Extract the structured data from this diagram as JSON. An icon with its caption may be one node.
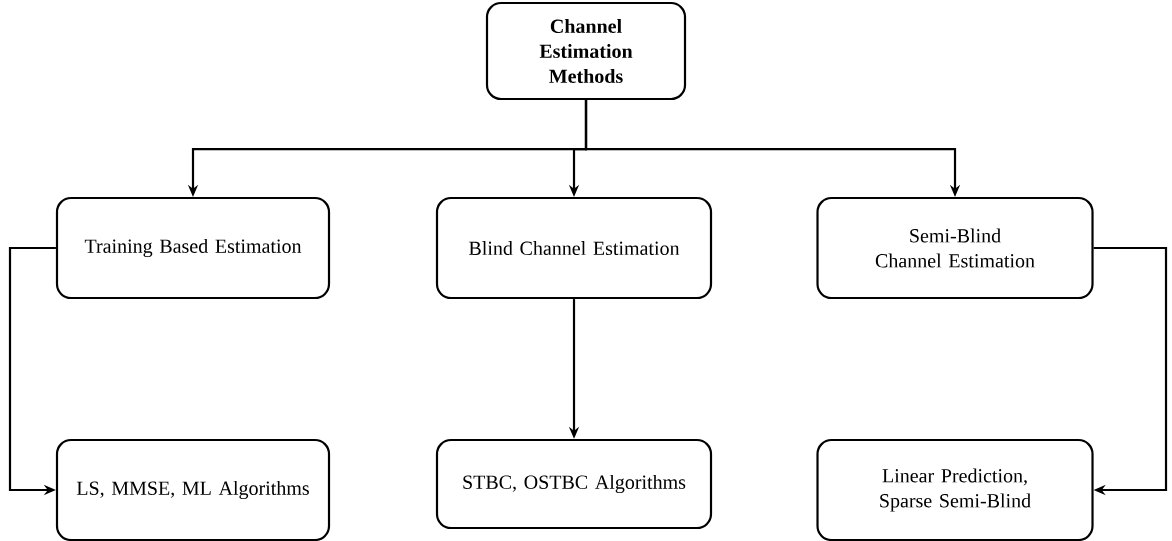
{
  "diagram": {
    "nodes": [
      {
        "text": [
          "Channel Estimation Methods"
        ]
      },
      {
        "text": [
          "Training Based Estimation"
        ]
      },
      {
        "text": [
          "Blind Channel Estimation"
        ]
      },
      {
        "text": [
          "Semi-Blind Channel Estimation"
        ]
      },
      {
        "text": [
          "LS, MMSE, ML Algorithms"
        ]
      },
      {
        "text": [
          "STBC, OSTBC Algorithms"
        ]
      },
      {
        "text": [
          "Linear Prediction, Sparse Semi-Blind"
        ]
      }
    ],
    "edges": [
      {
        "from": 0,
        "to": 1,
        "arrow": "to"
      },
      {
        "from": 0,
        "to": 2,
        "arrow": "to"
      },
      {
        "from": 0,
        "to": 3,
        "arrow": "to"
      },
      {
        "from": 1,
        "to": 4,
        "arrow": "to"
      },
      {
        "from": 2,
        "to": 5,
        "arrow": "to"
      },
      {
        "from": 3,
        "to": 6,
        "arrow": "to"
      }
    ]
  }
}
